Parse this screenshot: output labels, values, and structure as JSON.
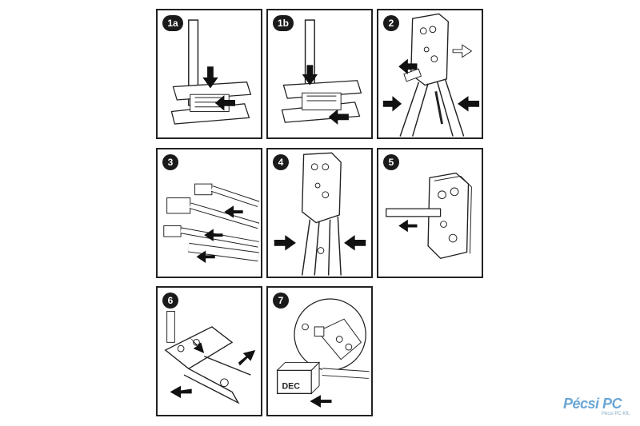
{
  "steps": [
    {
      "label": "1a"
    },
    {
      "label": "1b"
    },
    {
      "label": "2"
    },
    {
      "label": "3"
    },
    {
      "label": "4"
    },
    {
      "label": "5"
    },
    {
      "label": "6"
    },
    {
      "label": "7"
    }
  ],
  "die_text": "DEC",
  "logo": {
    "name": "Pécsi PC",
    "sub": "Pécsi PC Kft."
  },
  "colors": {
    "ink": "#1a1a1a",
    "logo": "#6aa6d6"
  }
}
